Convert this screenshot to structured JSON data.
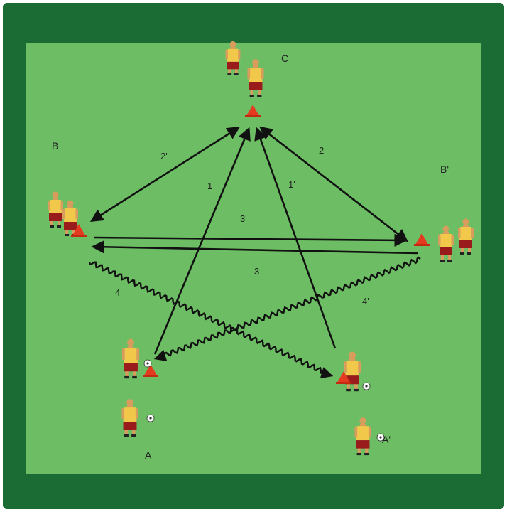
{
  "positions": {
    "a": "A",
    "a_prime": "A'",
    "b": "B",
    "b_prime": "B'",
    "c": "C"
  },
  "arrow_labels": {
    "l1": "1",
    "l1p": "1'",
    "l2": "2",
    "l2p": "2'",
    "l3": "3",
    "l3p": "3'",
    "l4": "4",
    "l4p": "4'"
  },
  "colors": {
    "pitch_border": "#1b6b34",
    "pitch": "#6cbd63",
    "shirt": "#f2c84b",
    "shorts": "#9a1b1b",
    "cone": "#e43a1f",
    "arrow": "#111111"
  }
}
